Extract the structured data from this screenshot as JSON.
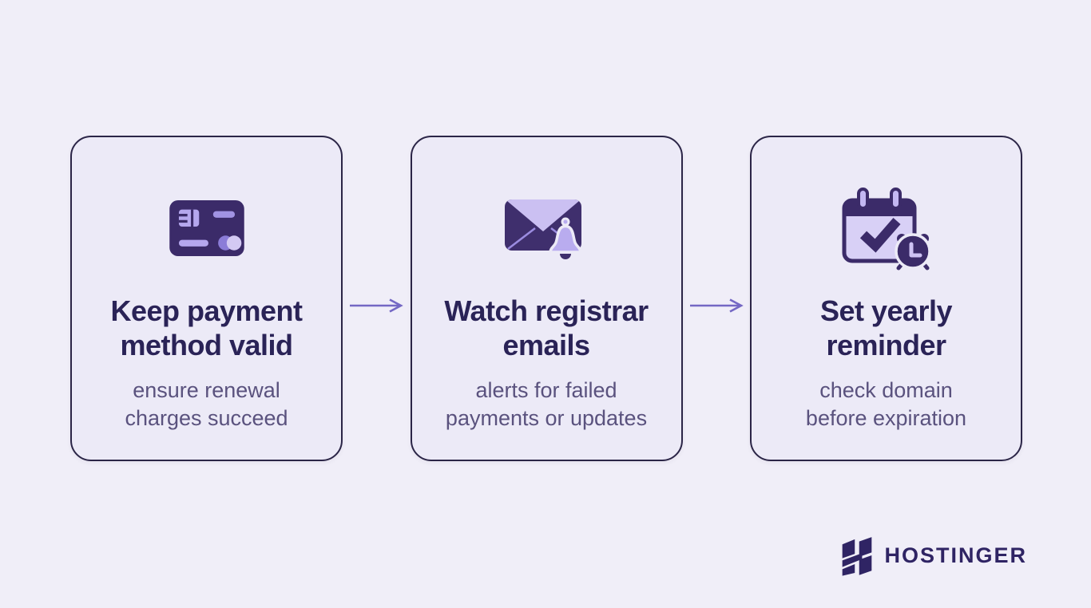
{
  "colors": {
    "page_bg": "#f0eef8",
    "card_bg": "#eceaf7",
    "card_border": "#2b2547",
    "title_text": "#2a2357",
    "subtitle_text": "#5a527e",
    "arrow": "#7468c4",
    "icon_dark": "#3b2b69",
    "icon_light": "#b5a7ee",
    "icon_lighter": "#d3c9f3",
    "brand": "#2f2464"
  },
  "cards": [
    {
      "icon": "credit-card-icon",
      "title_line1": "Keep payment",
      "title_line2": "method valid",
      "subtitle_line1": "ensure renewal",
      "subtitle_line2": "charges succeed"
    },
    {
      "icon": "email-bell-icon",
      "title_line1": "Watch registrar",
      "title_line2": "emails",
      "subtitle_line1": "alerts for failed",
      "subtitle_line2": "payments or updates"
    },
    {
      "icon": "calendar-reminder-icon",
      "title_line1": "Set yearly",
      "title_line2": "reminder",
      "subtitle_line1": "check domain",
      "subtitle_line2": "before expiration"
    }
  ],
  "footer": {
    "brand_name": "HOSTINGER"
  }
}
